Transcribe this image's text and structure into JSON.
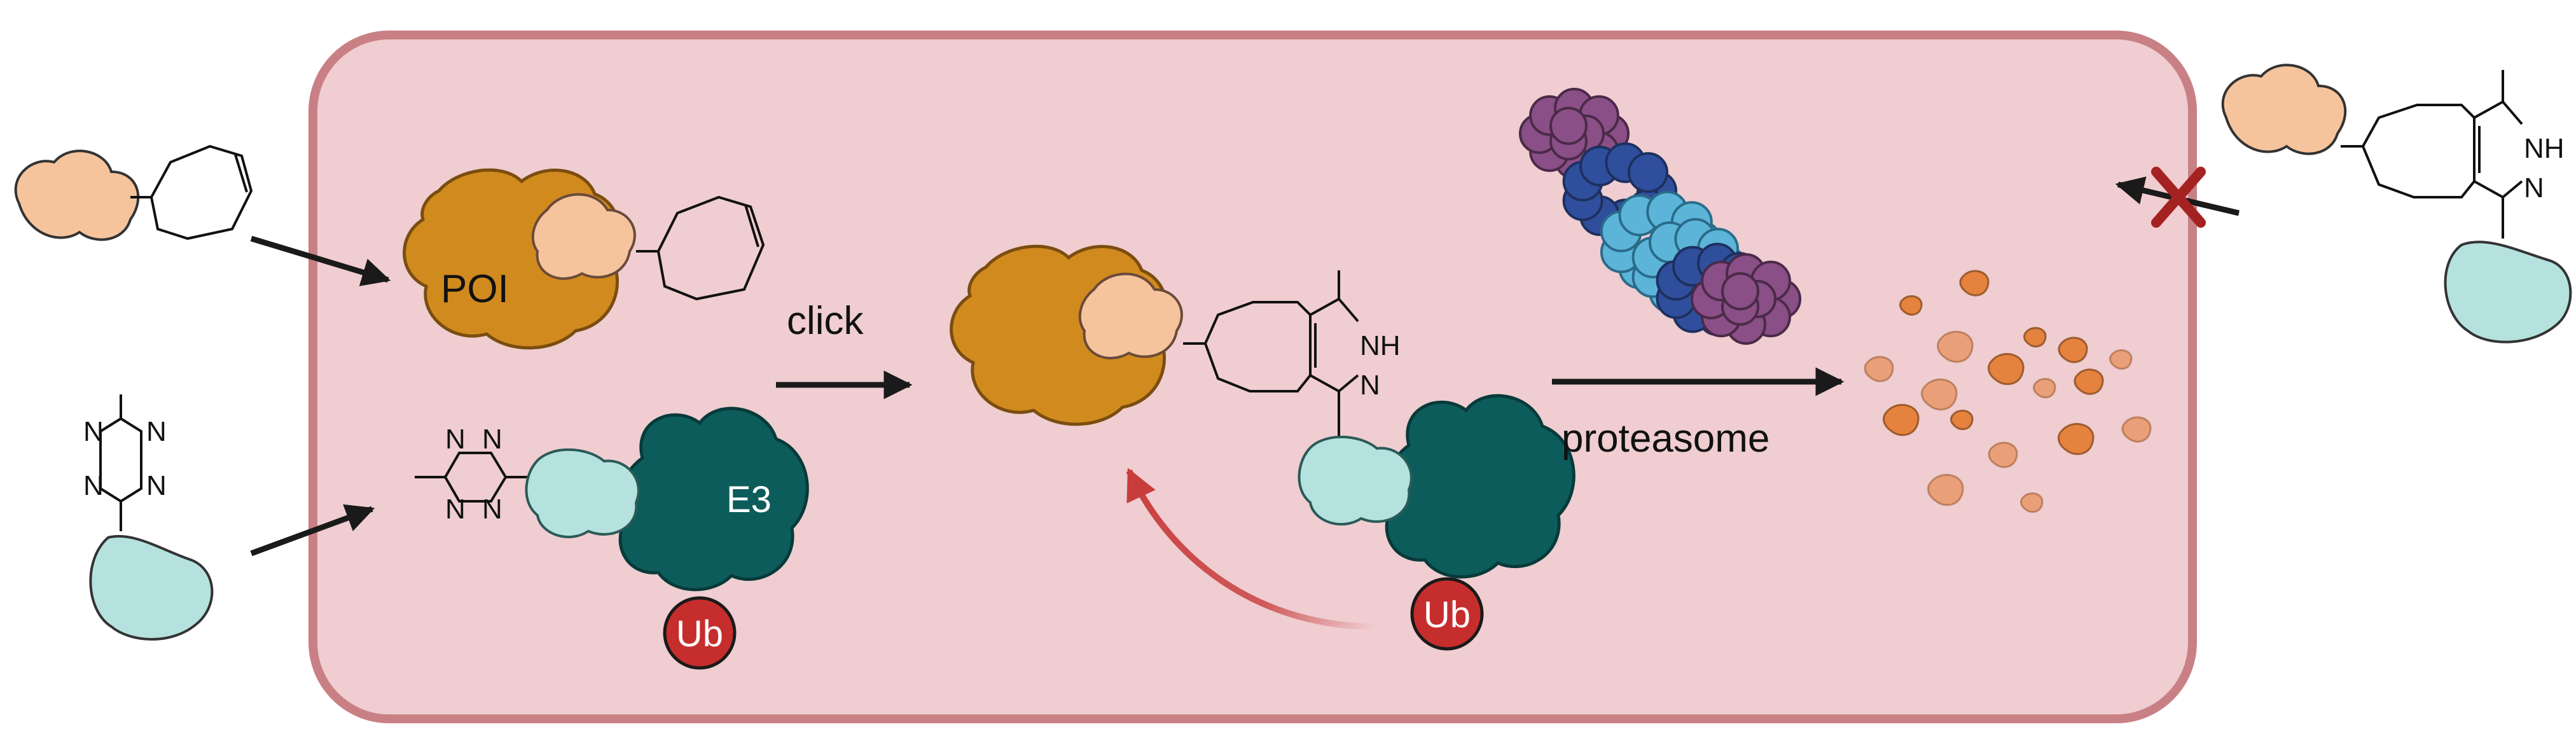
{
  "labels": {
    "poi": "POI",
    "e3": "E3",
    "ub_left": "Ub",
    "ub_right": "Ub",
    "click": "click",
    "proteasome": "proteasome",
    "n": "N",
    "nh": "NH"
  },
  "colors": {
    "cell_fill": "#efcdd0",
    "cell_border": "#c98085",
    "poi": "#d18a1e",
    "poi_ligand": "#f6c49c",
    "e3": "#0d5c5c",
    "e3_ligand": "#b5e2de",
    "ub": "#c62d2d",
    "proteasome_outer": "#8a4f86",
    "proteasome_mid": "#2f4f9c",
    "proteasome_inner": "#5cb5d9",
    "fragments": "#e4823e",
    "arrow": "#1a1a1a",
    "feedback_arrow": "#c83c3c",
    "blocked_x": "#a52222"
  }
}
